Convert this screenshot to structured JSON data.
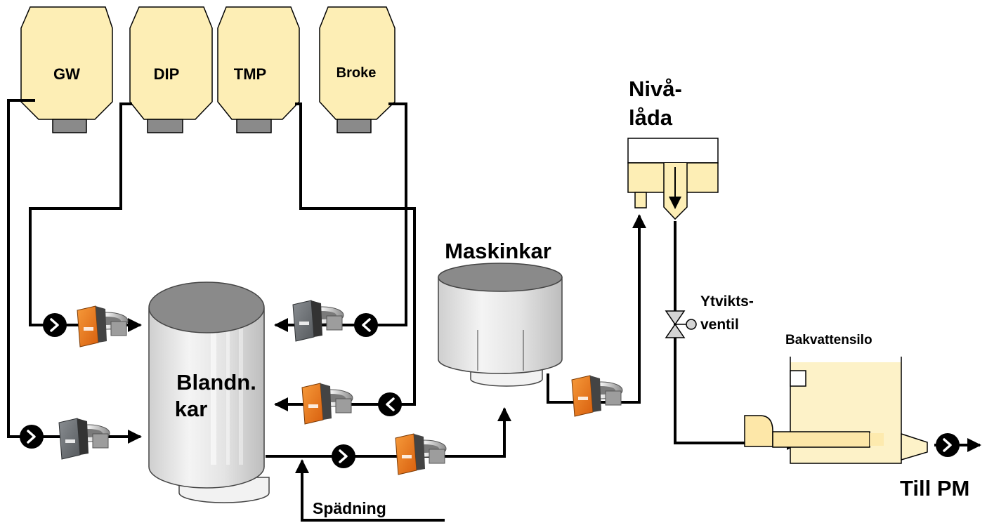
{
  "silos": [
    {
      "label": "GW"
    },
    {
      "label": "DIP"
    },
    {
      "label": "TMP"
    },
    {
      "label": "Broke"
    }
  ],
  "tanks": {
    "blend_line1": "Blandn.",
    "blend_line2": "kar",
    "machine": "Maskinkar",
    "head_line1": "Nivå-",
    "head_line2": "låda",
    "whitewater": "Bakvattensilo"
  },
  "valve": {
    "line1": "Ytvikts-",
    "line2": "ventil"
  },
  "labels": {
    "dilution": "Spädning",
    "to_pm": "Till PM"
  },
  "colors": {
    "silo_fill": "#fdeeb5",
    "outline": "#000000",
    "pump": "#000000",
    "sensor_orange": "#f07a1a",
    "sensor_gray": "#6f7377",
    "tank_gray": "#d8d8d8"
  },
  "icons": [
    "pump-icon",
    "consistency-transmitter-icon",
    "arrow-icon",
    "valve-icon"
  ]
}
